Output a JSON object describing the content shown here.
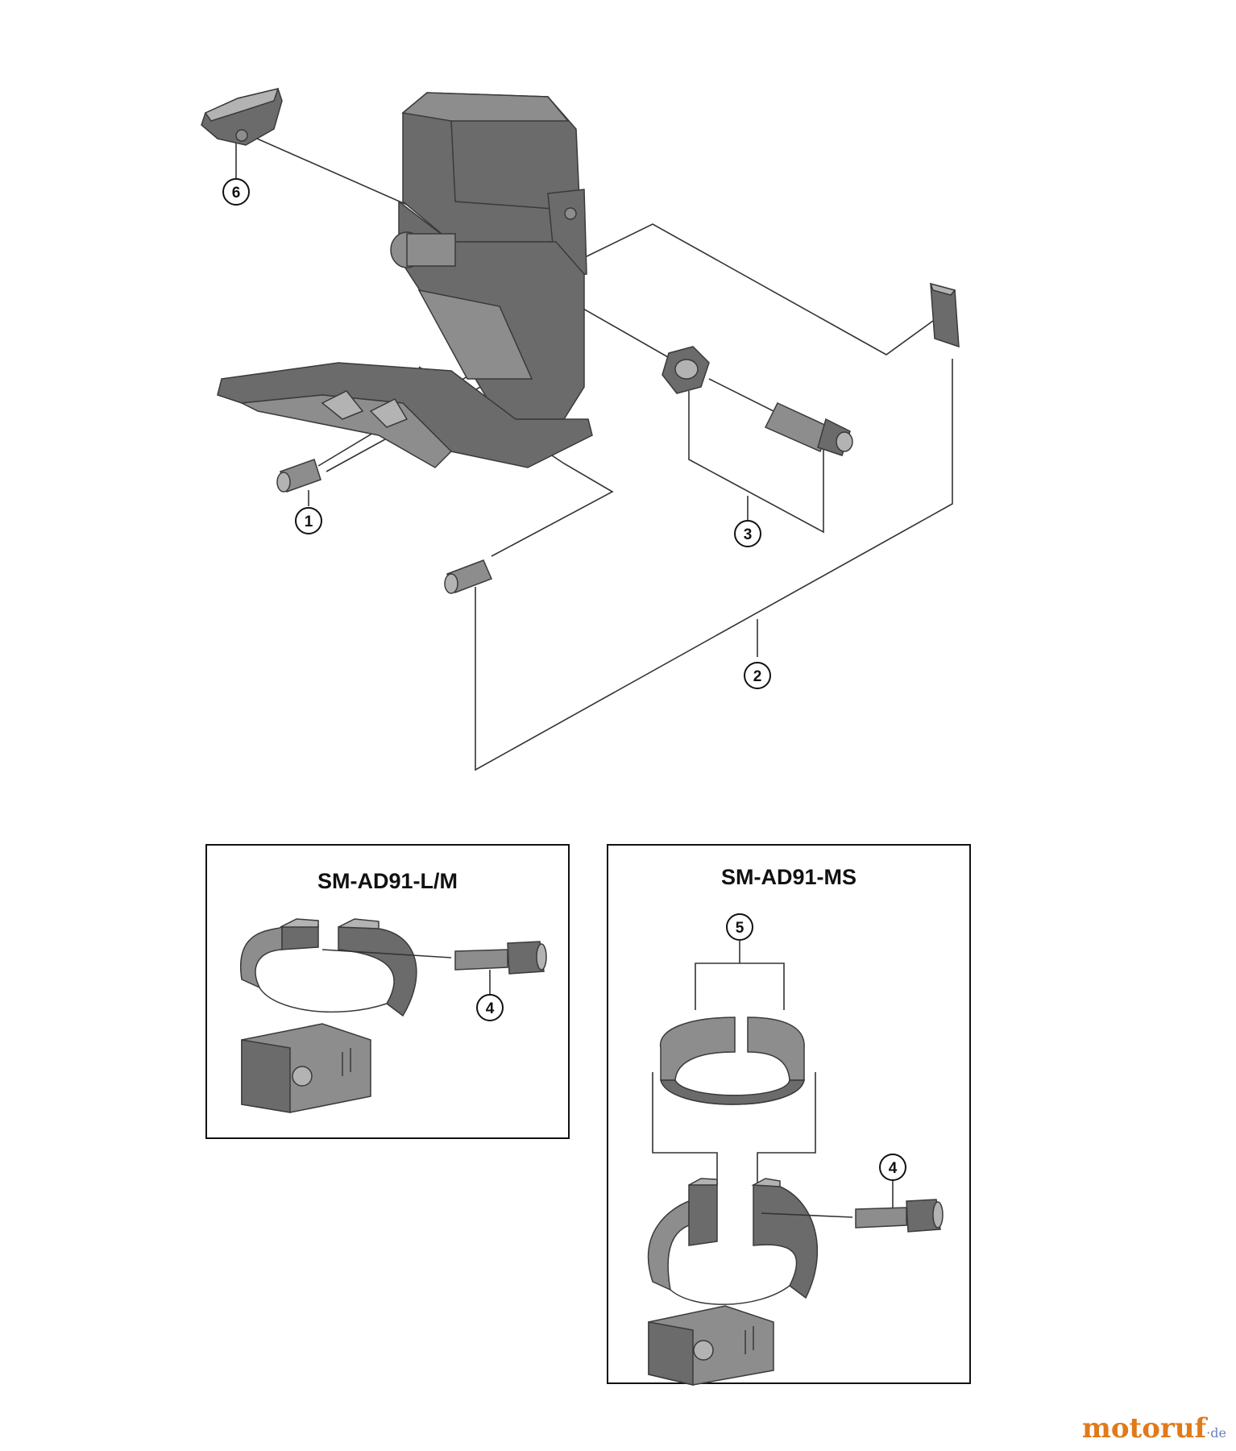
{
  "callouts": {
    "c1": "1",
    "c2": "2",
    "c3": "3",
    "c4a": "4",
    "c4b": "4",
    "c5": "5",
    "c6": "6"
  },
  "boxes": {
    "left_title": "SM-AD91-L/M",
    "right_title": "SM-AD91-MS"
  },
  "watermark": {
    "main": "motoruf",
    "dot": "·",
    "tld": "de"
  }
}
